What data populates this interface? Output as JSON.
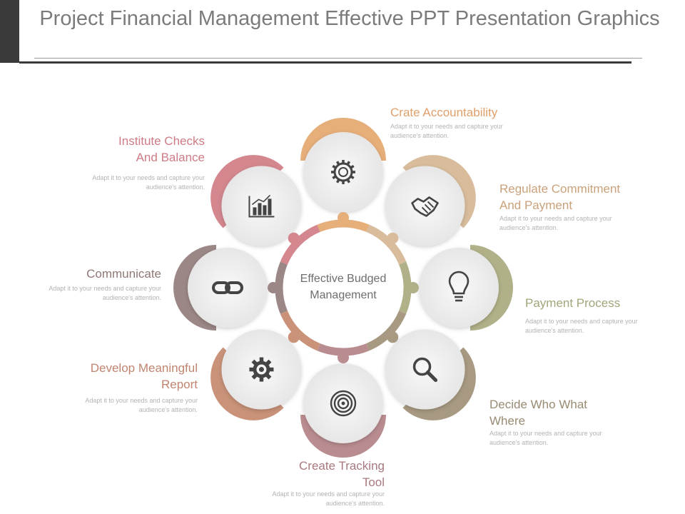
{
  "title": "Project Financial Management Effective PPT Presentation Graphics",
  "center": {
    "line1": "Effective Budged",
    "line2": "Management"
  },
  "description": "Adapt it to your needs and capture your audience's attention.",
  "items": [
    {
      "id": "crate-accountability",
      "lines": [
        "Crate Accountability"
      ],
      "icon": "gear-icon",
      "color": "#e6ae79"
    },
    {
      "id": "regulate-commitment",
      "lines": [
        "Regulate  Commitment",
        "And  Payment"
      ],
      "icon": "handshake-icon",
      "color": "#d8bc9c"
    },
    {
      "id": "payment-process",
      "lines": [
        "Payment Process"
      ],
      "icon": "lightbulb-icon",
      "color": "#b0b188"
    },
    {
      "id": "decide-who-what-where",
      "lines": [
        "Decide  Who What",
        "Where"
      ],
      "icon": "magnifier-icon",
      "color": "#a89a82"
    },
    {
      "id": "create-tracking-tool",
      "lines": [
        "Create Tracking",
        "Tool"
      ],
      "icon": "target-icon",
      "color": "#b98c90"
    },
    {
      "id": "develop-meaningful-report",
      "lines": [
        "Develop Meaningful",
        "Report"
      ],
      "icon": "cog-icon",
      "color": "#c99279"
    },
    {
      "id": "communicate",
      "lines": [
        "Communicate"
      ],
      "icon": "link-icon",
      "color": "#9b8785"
    },
    {
      "id": "institute-checks",
      "lines": [
        "Institute Checks",
        "And Balance"
      ],
      "icon": "bar-chart-icon",
      "color": "#d4878f"
    }
  ]
}
